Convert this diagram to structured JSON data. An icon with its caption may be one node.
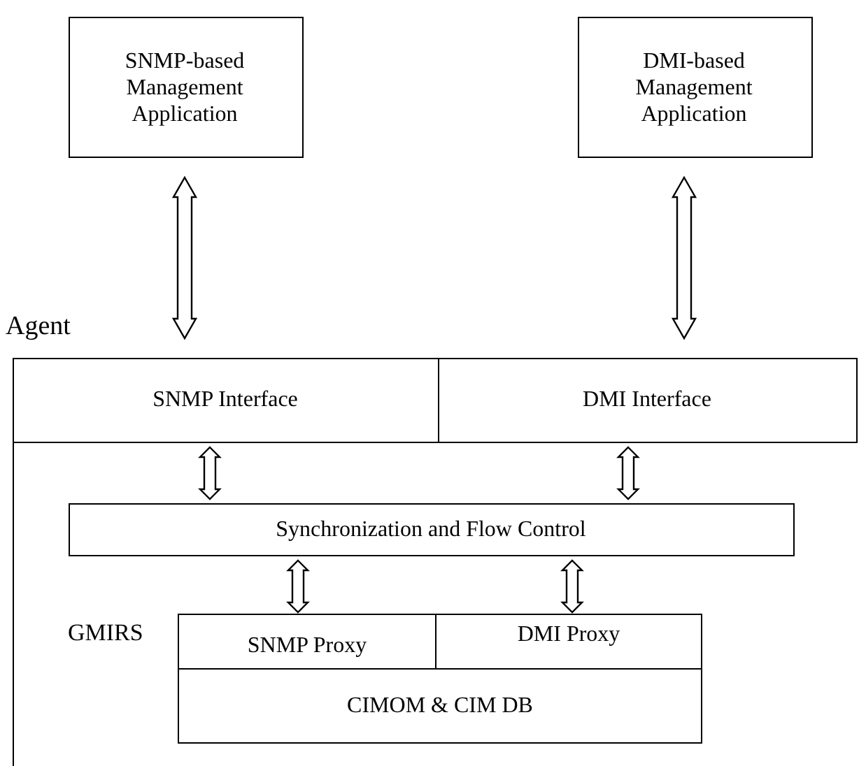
{
  "diagram": {
    "nodes": [
      {
        "text": [
          "SNMP-based Management Application"
        ]
      },
      {
        "text": [
          "DMI-based Management Application"
        ]
      },
      {
        "text": [
          "Agent"
        ]
      },
      {
        "text": [
          "SNMP Interface"
        ],
        "in": 2
      },
      {
        "text": [
          "DMI Interface"
        ],
        "in": 2
      },
      {
        "text": [
          "Synchronization and Flow Control"
        ],
        "in": 2
      },
      {
        "text": [
          "GMIRS"
        ],
        "in": 2
      },
      {
        "text": [
          "SNMP Proxy"
        ],
        "in": 6
      },
      {
        "text": [
          "DMI Proxy"
        ],
        "in": 6
      },
      {
        "text": [
          "CIMOM & CIM DB"
        ],
        "in": 6
      }
    ],
    "edges": [
      {
        "from": 0,
        "to": 3,
        "arrow": "both"
      },
      {
        "from": 1,
        "to": 4,
        "arrow": "both"
      },
      {
        "from": 3,
        "to": 5,
        "arrow": "both"
      },
      {
        "from": 4,
        "to": 5,
        "arrow": "both"
      },
      {
        "from": 5,
        "to": 7,
        "arrow": "both"
      },
      {
        "from": 5,
        "to": 8,
        "arrow": "both"
      }
    ]
  }
}
